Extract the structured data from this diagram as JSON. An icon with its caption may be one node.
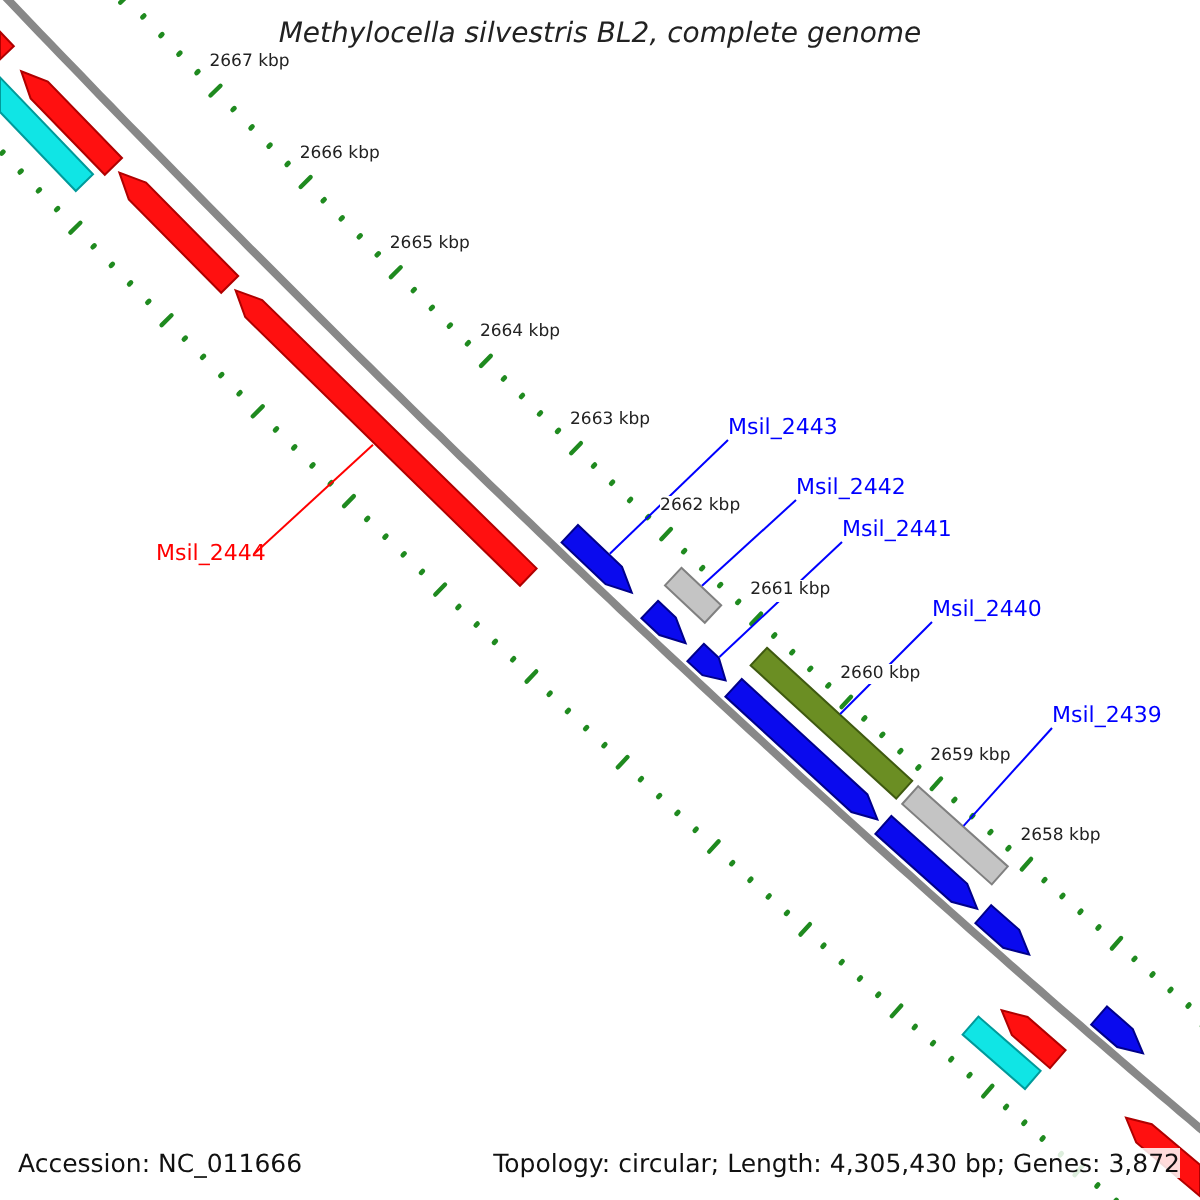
{
  "diagram": {
    "title": "Methylocella silvestris BL2, complete genome",
    "nodes": [
      {
        "text": [
          "Msil_2444"
        ]
      },
      {
        "text": [
          "Msil_2443"
        ]
      },
      {
        "text": [
          "Msil_2442"
        ]
      },
      {
        "text": [
          "Msil_2441"
        ]
      },
      {
        "text": [
          "Msil_2440"
        ]
      },
      {
        "text": [
          "Msil_2439"
        ]
      },
      {
        "text": [],
        "shape": "bar"
      },
      {
        "text": [],
        "shape": "bar"
      },
      {
        "text": [],
        "shape": "bar"
      },
      {
        "text": [],
        "shape": "bar"
      },
      {
        "text": [],
        "shape": "bar"
      },
      {
        "text": [],
        "shape": "bar"
      },
      {
        "text": [],
        "shape": "bar"
      },
      {
        "text": [],
        "shape": "bar"
      },
      {
        "text": [],
        "shape": "bar"
      },
      {
        "text": [],
        "shape": "bar"
      },
      {
        "text": [],
        "shape": "bar"
      },
      {
        "text": [],
        "shape": "bar"
      },
      {
        "text": [],
        "shape": "bar"
      },
      {
        "text": [],
        "shape": "bar"
      },
      {
        "text": [],
        "shape": "bar"
      },
      {
        "text": [],
        "shape": "bar"
      },
      {
        "text": [],
        "shape": "bar"
      },
      {
        "text": [],
        "shape": "bar"
      }
    ],
    "edges": [
      {
        "from": 0,
        "to": 10,
        "arrow": "none",
        "color": "#ff0000"
      },
      {
        "from": 1,
        "to": 11,
        "arrow": "none"
      },
      {
        "from": 2,
        "to": 12,
        "arrow": "none"
      },
      {
        "from": 3,
        "to": 14,
        "arrow": "none"
      },
      {
        "from": 4,
        "to": 15,
        "arrow": "none"
      },
      {
        "from": 5,
        "to": 17,
        "arrow": "none"
      }
    ],
    "labels": [
      "2667 kbp",
      "2666 kbp",
      "2665 kbp",
      "2664 kbp",
      "2663 kbp",
      "2662 kbp",
      "2661 kbp",
      "2660 kbp",
      "2659 kbp",
      "2658 kbp",
      "Accession: NC_011666",
      "Topology: circular; Length: 4,305,430 bp; Genes: 3,872"
    ]
  }
}
